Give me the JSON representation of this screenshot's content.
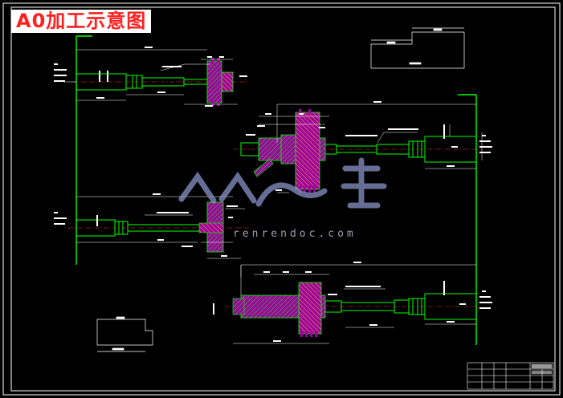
{
  "title": "A0加工示意图",
  "watermark": {
    "brand": "人人文库",
    "url": "renrendoc.com"
  },
  "colors": {
    "background": "#000000",
    "frame": "#ffffff",
    "shaft_outline": "#00ff00",
    "gear_fill": "#b000b0",
    "dimension": "#ffffff",
    "centerline": "#ff3030",
    "title_text": "#ff2020"
  }
}
